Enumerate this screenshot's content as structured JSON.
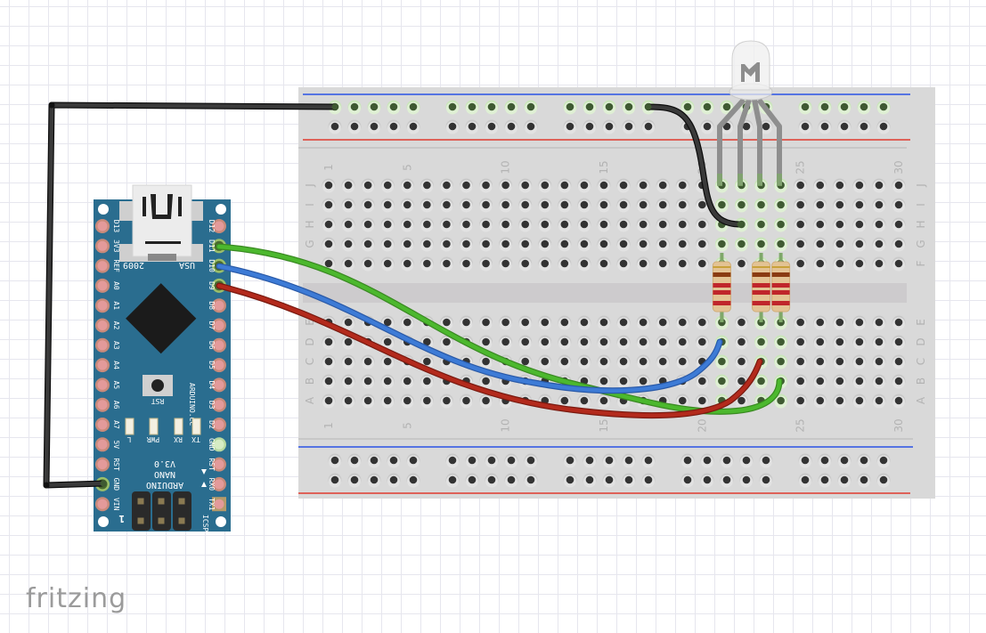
{
  "app": {
    "logo_text": "fritzing"
  },
  "breadboard": {
    "columns": 30,
    "column_labels": [
      "1",
      "5",
      "10",
      "15",
      "20",
      "25",
      "30"
    ],
    "column_label_numbers": [
      1,
      5,
      10,
      15,
      20,
      25,
      30
    ],
    "top_rows": [
      "J",
      "I",
      "H",
      "G",
      "F"
    ],
    "bottom_rows": [
      "E",
      "D",
      "C",
      "B",
      "A"
    ],
    "rail_colors": {
      "negative": "#2a52e6",
      "positive": "#e03a2f"
    }
  },
  "arduino": {
    "name": "Arduino Nano",
    "board_text": [
      "ARDUINO",
      "NANO",
      "V3.0"
    ],
    "site_text": "ARDUINO.CC",
    "usb_text": "USA",
    "year_text": "2009",
    "reset_label": "RST",
    "icsp_label": "ICSP",
    "pin1_label": "1",
    "leds": [
      "L",
      "PWR",
      "RX",
      "TX"
    ],
    "left_pins": [
      "D13",
      "3V3",
      "REF",
      "A0",
      "A1",
      "A2",
      "A3",
      "A4",
      "A5",
      "A6",
      "A7",
      "5V",
      "RST",
      "GND",
      "VIN"
    ],
    "right_pins": [
      "D12",
      "D11",
      "D10",
      "D9",
      "D8",
      "D7",
      "D6",
      "D5",
      "D4",
      "D3",
      "D2",
      "GND",
      "RST",
      "RX0",
      "TX1"
    ],
    "board_color": "#2a6d8f"
  },
  "components": {
    "rgb_led": {
      "name": "RGB LED (common cathode)",
      "columns": [
        21,
        22,
        23,
        24
      ]
    },
    "resistors": [
      {
        "name": "resistor-1",
        "column": 21,
        "bands": [
          "#8a3b12",
          "#c0262b",
          "#c0262b",
          "#c0262b"
        ]
      },
      {
        "name": "resistor-2",
        "column": 23,
        "bands": [
          "#8a3b12",
          "#c0262b",
          "#c0262b",
          "#c0262b"
        ]
      },
      {
        "name": "resistor-3",
        "column": 24,
        "bands": [
          "#8a3b12",
          "#c0262b",
          "#c0262b",
          "#c0262b"
        ]
      }
    ]
  },
  "wires": [
    {
      "name": "gnd-wire-rail",
      "color": "#1a1a1a",
      "from": "Arduino GND",
      "to": "top rail col 1"
    },
    {
      "name": "gnd-wire-led",
      "color": "#1a1a1a",
      "from": "top rail",
      "to": "H22"
    },
    {
      "name": "green-wire",
      "color": "#4cb82e",
      "from": "D11",
      "to": "B24"
    },
    {
      "name": "blue-wire",
      "color": "#3d7bd6",
      "from": "D10",
      "to": "D21"
    },
    {
      "name": "red-wire",
      "color": "#b32a1c",
      "from": "D9",
      "to": "C23"
    }
  ]
}
